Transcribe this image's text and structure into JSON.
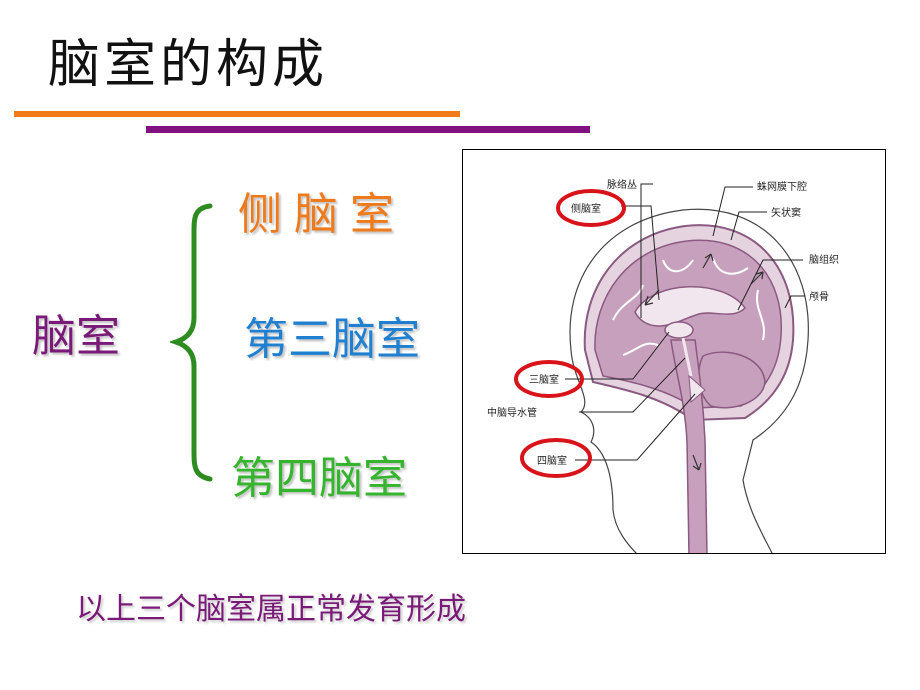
{
  "title": "脑室的构成",
  "colors": {
    "orange_rule": "#f07a1a",
    "purple_rule": "#7f1280",
    "root": "#7a1a78",
    "brace": "#2e8b22",
    "lateral": "#f07a1a",
    "third": "#1f7fd1",
    "fourth": "#35b52d",
    "footer": "#7a1a78",
    "circle": "#d9131a",
    "brain_fill": "#c7a0bd",
    "brain_stroke": "#8a5a80"
  },
  "tree": {
    "root": "脑室",
    "branches": [
      "侧脑室",
      "第三脑室",
      "第四脑室"
    ]
  },
  "diagram": {
    "labels": {
      "choroid_plexus": "脉络丛",
      "lateral_ventricle": "侧脑室",
      "subarachnoid": "蛛网膜下腔",
      "sagittal_sinus": "矢状窦",
      "brain_tissue": "脑组织",
      "skull": "颅骨",
      "third_ventricle": "三脑室",
      "aqueduct": "中脑导水管",
      "fourth_ventricle": "四脑室"
    }
  },
  "footer": "以上三个脑室属正常发育形成"
}
